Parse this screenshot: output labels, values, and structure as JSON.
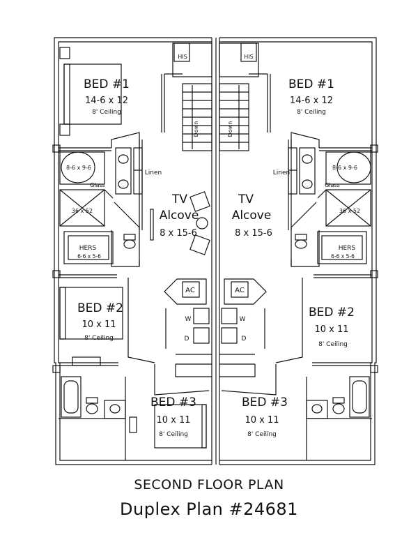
{
  "caption": {
    "title": "SECOND FLOOR PLAN",
    "plan_number": "Duplex Plan #24681"
  },
  "left_unit": {
    "bed1": {
      "name": "BED #1",
      "size": "14-6 x 12",
      "ceiling": "8' Ceiling"
    },
    "bed2": {
      "name": "BED #2",
      "size": "10 x 11",
      "ceiling": "8' Ceiling"
    },
    "bed3": {
      "name": "BED #3",
      "size": "10 x 11",
      "ceiling": "8' Ceiling"
    },
    "tub": "8-6 x 9-6",
    "glass": "Glass",
    "shower": "36 x 52",
    "hers": {
      "name": "HERS",
      "size": "6-6 x 5-6"
    },
    "tv_alcove": {
      "line1": "TV",
      "line2": "Alcove",
      "size": "8 x 15-6"
    },
    "linen": "Linen",
    "his": "HIS",
    "stair": "Down",
    "ac": "AC",
    "washer": "W",
    "dryer": "D"
  },
  "right_unit": {
    "bed1": {
      "name": "BED #1",
      "size": "14-6 x 12",
      "ceiling": "8' Ceiling"
    },
    "bed2": {
      "name": "BED #2",
      "size": "10 x 11",
      "ceiling": "8' Ceiling"
    },
    "bed3": {
      "name": "BED #3",
      "size": "10 x 11",
      "ceiling": "8' Ceiling"
    },
    "tub": "8-6 x 9-6",
    "glass": "Glass",
    "shower": "36 x 52",
    "hers": {
      "name": "HERS",
      "size": "6-6 x 5-6"
    },
    "tv_alcove": {
      "line1": "TV",
      "line2": "Alcove",
      "size": "8 x 15-6"
    },
    "linen": "Linen",
    "his": "HIS",
    "stair": "Down",
    "ac": "AC",
    "washer": "W",
    "dryer": "D"
  }
}
